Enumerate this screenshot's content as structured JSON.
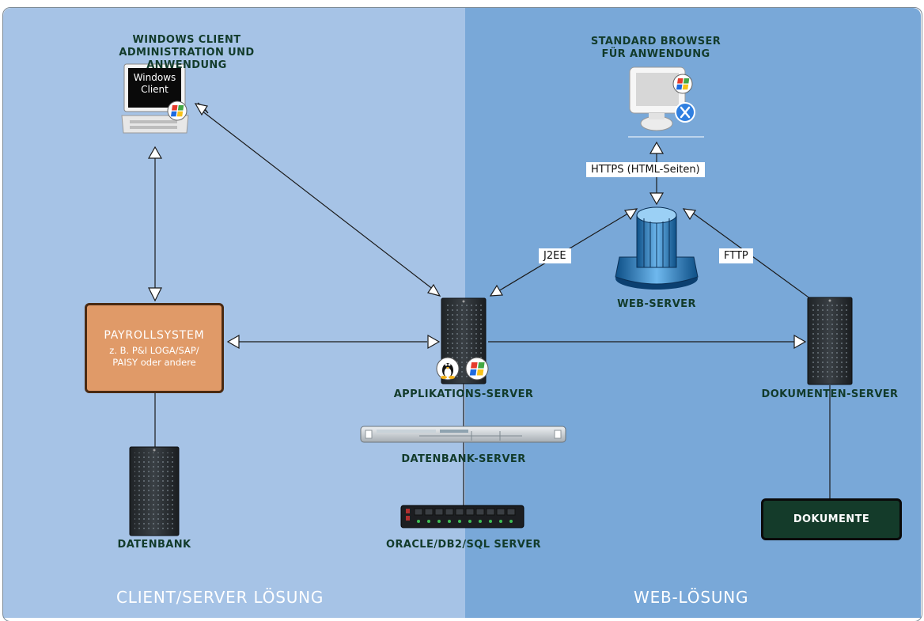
{
  "labels": {
    "windows_client": "WINDOWS CLIENT\nADMINISTRATION UND ANWENDUNG",
    "windows_client_screen": "Windows\nClient",
    "standard_browser": "STANDARD BROWSER\nFÜR ANWENDUNG",
    "web_server": "WEB-SERVER",
    "app_server": "APPLIKATIONS-SERVER",
    "dok_server": "DOKUMENTEN-SERVER",
    "db_server": "DATENBANK-SERVER",
    "datenbank": "DATENBANK",
    "oracle": "ORACLE/DB2/SQL SERVER"
  },
  "connections": {
    "https": "HTTPS (HTML-Seiten)",
    "j2ee": "J2EE",
    "fttp": "FTTP"
  },
  "payroll": {
    "title": "PAYROLLSYSTEM",
    "subtitle": "z. B. P&I LOGA/SAP/\nPAISY oder andere"
  },
  "dokumente": "DOKUMENTE",
  "zones": {
    "left": "CLIENT/SERVER LÖSUNG",
    "right": "WEB-LÖSUNG"
  },
  "os_icons": {
    "windows_client": "windows-logo-icon",
    "browser": [
      "windows-logo-icon",
      "mac-os-x-icon"
    ],
    "app_server": [
      "linux-tux-icon",
      "windows-logo-icon"
    ]
  },
  "colors": {
    "left_zone": "#a6c3e6",
    "right_zone": "#79a8d8",
    "payroll_box": "#e09a68",
    "dokumente_box": "#143b2a",
    "label_text": "#123b2b"
  }
}
